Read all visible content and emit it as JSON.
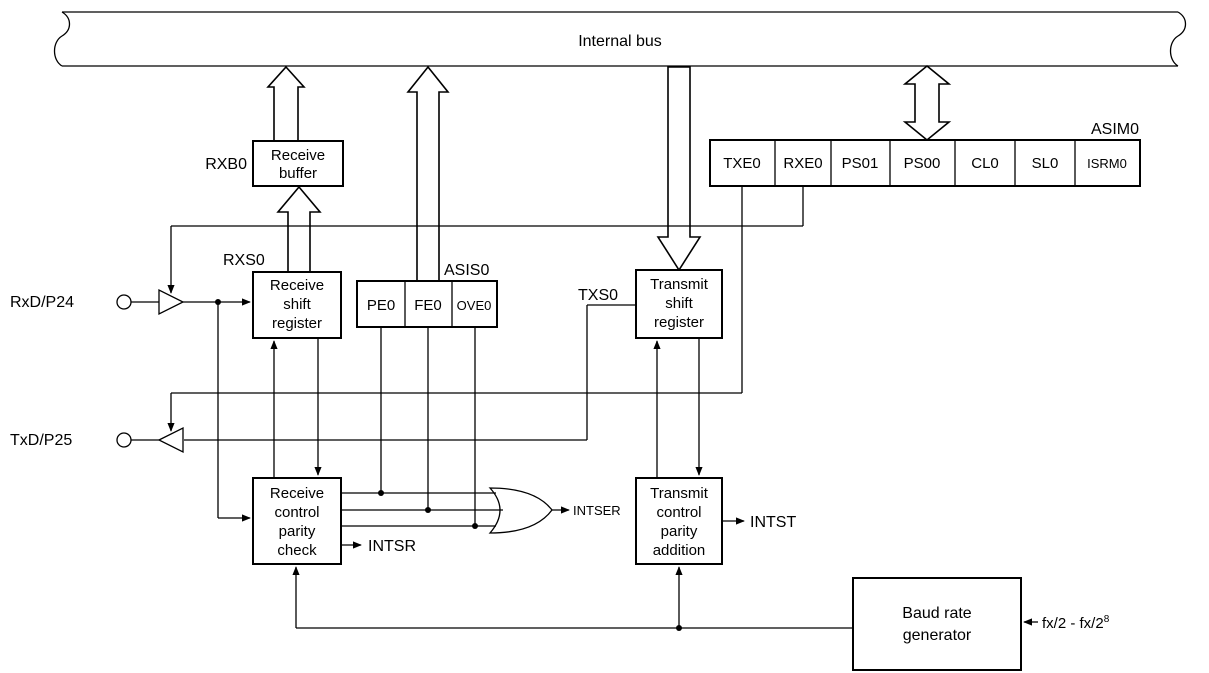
{
  "bus": {
    "label": "Internal bus"
  },
  "registers": {
    "asim0": {
      "name": "ASIM0",
      "bits": [
        "TXE0",
        "RXE0",
        "PS01",
        "PS00",
        "CL0",
        "SL0",
        "ISRM0"
      ]
    },
    "asis0": {
      "name": "ASIS0",
      "bits": [
        "PE0",
        "FE0",
        "OVE0"
      ]
    },
    "rxb0": {
      "name": "RXB0",
      "lines": [
        "Receive",
        "buffer"
      ]
    },
    "rxs0": {
      "name": "RXS0",
      "lines": [
        "Receive",
        "shift",
        "register"
      ]
    },
    "txs0": {
      "name": "TXS0",
      "lines": [
        "Transmit",
        "shift",
        "register"
      ]
    }
  },
  "blocks": {
    "receive_control": {
      "lines": [
        "Receive",
        "control",
        "parity",
        "check"
      ]
    },
    "transmit_control": {
      "lines": [
        "Transmit",
        "control",
        "parity",
        "addition"
      ]
    },
    "baud_rate": {
      "lines": [
        "Baud rate",
        "generator"
      ]
    }
  },
  "pins": {
    "rxd": "RxD/P24",
    "txd": "TxD/P25"
  },
  "signals": {
    "intser": "INTSER",
    "intsr": "INTSR",
    "intst": "INTST",
    "clock_input": {
      "base": "fx/2 - fx/2",
      "superscript": "8"
    }
  }
}
